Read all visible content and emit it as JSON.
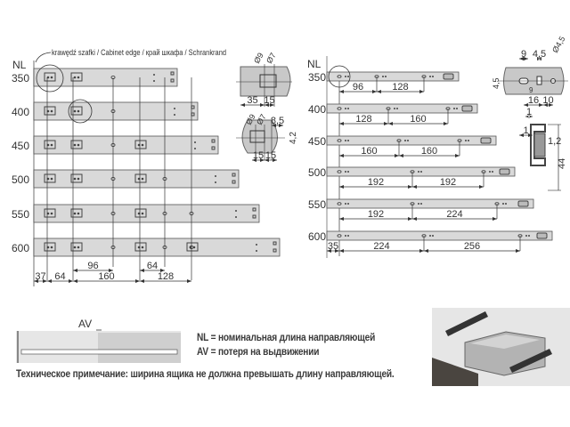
{
  "cabinet_edge_label": "krawędź szafki / Cabinet edge / край шкафа / Schrankrand",
  "left": {
    "nl_header": "NL",
    "rails": [
      "350",
      "400",
      "450",
      "500",
      "550",
      "600"
    ],
    "dims_lower": [
      "37",
      "64",
      "160",
      "128"
    ],
    "dims_upper": [
      "96",
      "64"
    ]
  },
  "right": {
    "nl_header": "NL",
    "rails": [
      {
        "nl": "350",
        "dims": [
          "96",
          "128"
        ]
      },
      {
        "nl": "400",
        "dims": [
          "128",
          "160"
        ]
      },
      {
        "nl": "450",
        "dims": [
          "160",
          "160"
        ]
      },
      {
        "nl": "500",
        "dims": [
          "192",
          "192"
        ]
      },
      {
        "nl": "550",
        "dims": [
          "192",
          "224"
        ]
      },
      {
        "nl": "600",
        "dims": [
          "35",
          "224",
          "256"
        ]
      }
    ]
  },
  "detail_left_top": {
    "d1": "Ø9",
    "d2": "Ø7",
    "w1": "35",
    "w2": "15"
  },
  "detail_left_bottom": {
    "d1": "Ø9",
    "d2": "Ø7",
    "w1": "8,5",
    "h1": "4,2",
    "w2": "15",
    "w3": "15"
  },
  "detail_right_top": {
    "a": "9",
    "b": "4,5",
    "c": "Ø4,5",
    "h": "4,5",
    "d": "9",
    "e": "16",
    "f": "10"
  },
  "profile": {
    "a": "1",
    "b": "1",
    "c": "1,2",
    "h": "44"
  },
  "av_label": "AV",
  "legend": {
    "nl": "NL = номинальная длина направляющей",
    "av": "AV = потеря на выдвижении"
  },
  "note": "Техническое примечание: ширина ящика не должна превышать длину направляющей."
}
